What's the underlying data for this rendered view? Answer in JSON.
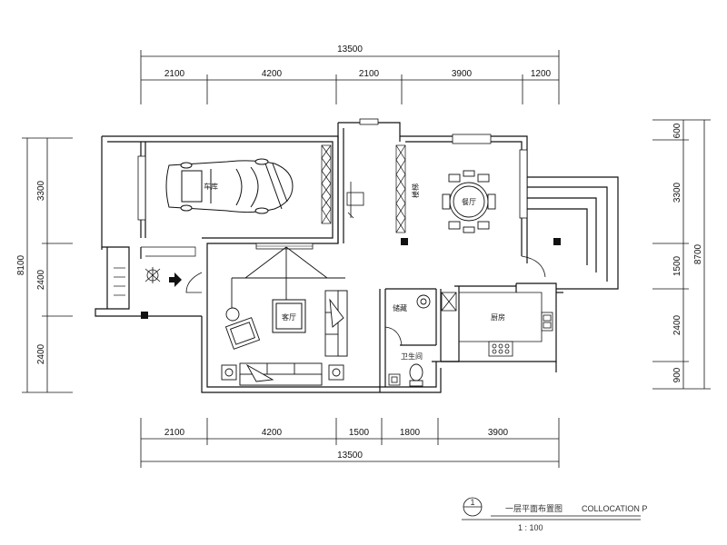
{
  "dimensions": {
    "top_total": "13500",
    "top_segments": [
      "2100",
      "4200",
      "2100",
      "3900",
      "1200"
    ],
    "bottom_segments": [
      "2100",
      "4200",
      "1500",
      "1800",
      "3900"
    ],
    "bottom_total": "13500",
    "left_total": "8100",
    "left_segments": [
      "3300",
      "2400",
      "2400"
    ],
    "right_total": "8700",
    "right_segments": [
      "600",
      "3300",
      "1500",
      "2400",
      "900"
    ]
  },
  "rooms": {
    "garage": "车库",
    "dining": "餐厅",
    "living": "客厅",
    "kitchen": "厨房",
    "stair": "楼梯",
    "storage": "储藏",
    "bath": "卫生间"
  },
  "title_block": {
    "marker": "1",
    "title_cn": "一层平面布置图",
    "title_en": "COLLOCATION P",
    "scale": "1 : 100"
  },
  "colors": {
    "line": "#111111",
    "fill_dark": "#111111",
    "background": "#ffffff"
  }
}
